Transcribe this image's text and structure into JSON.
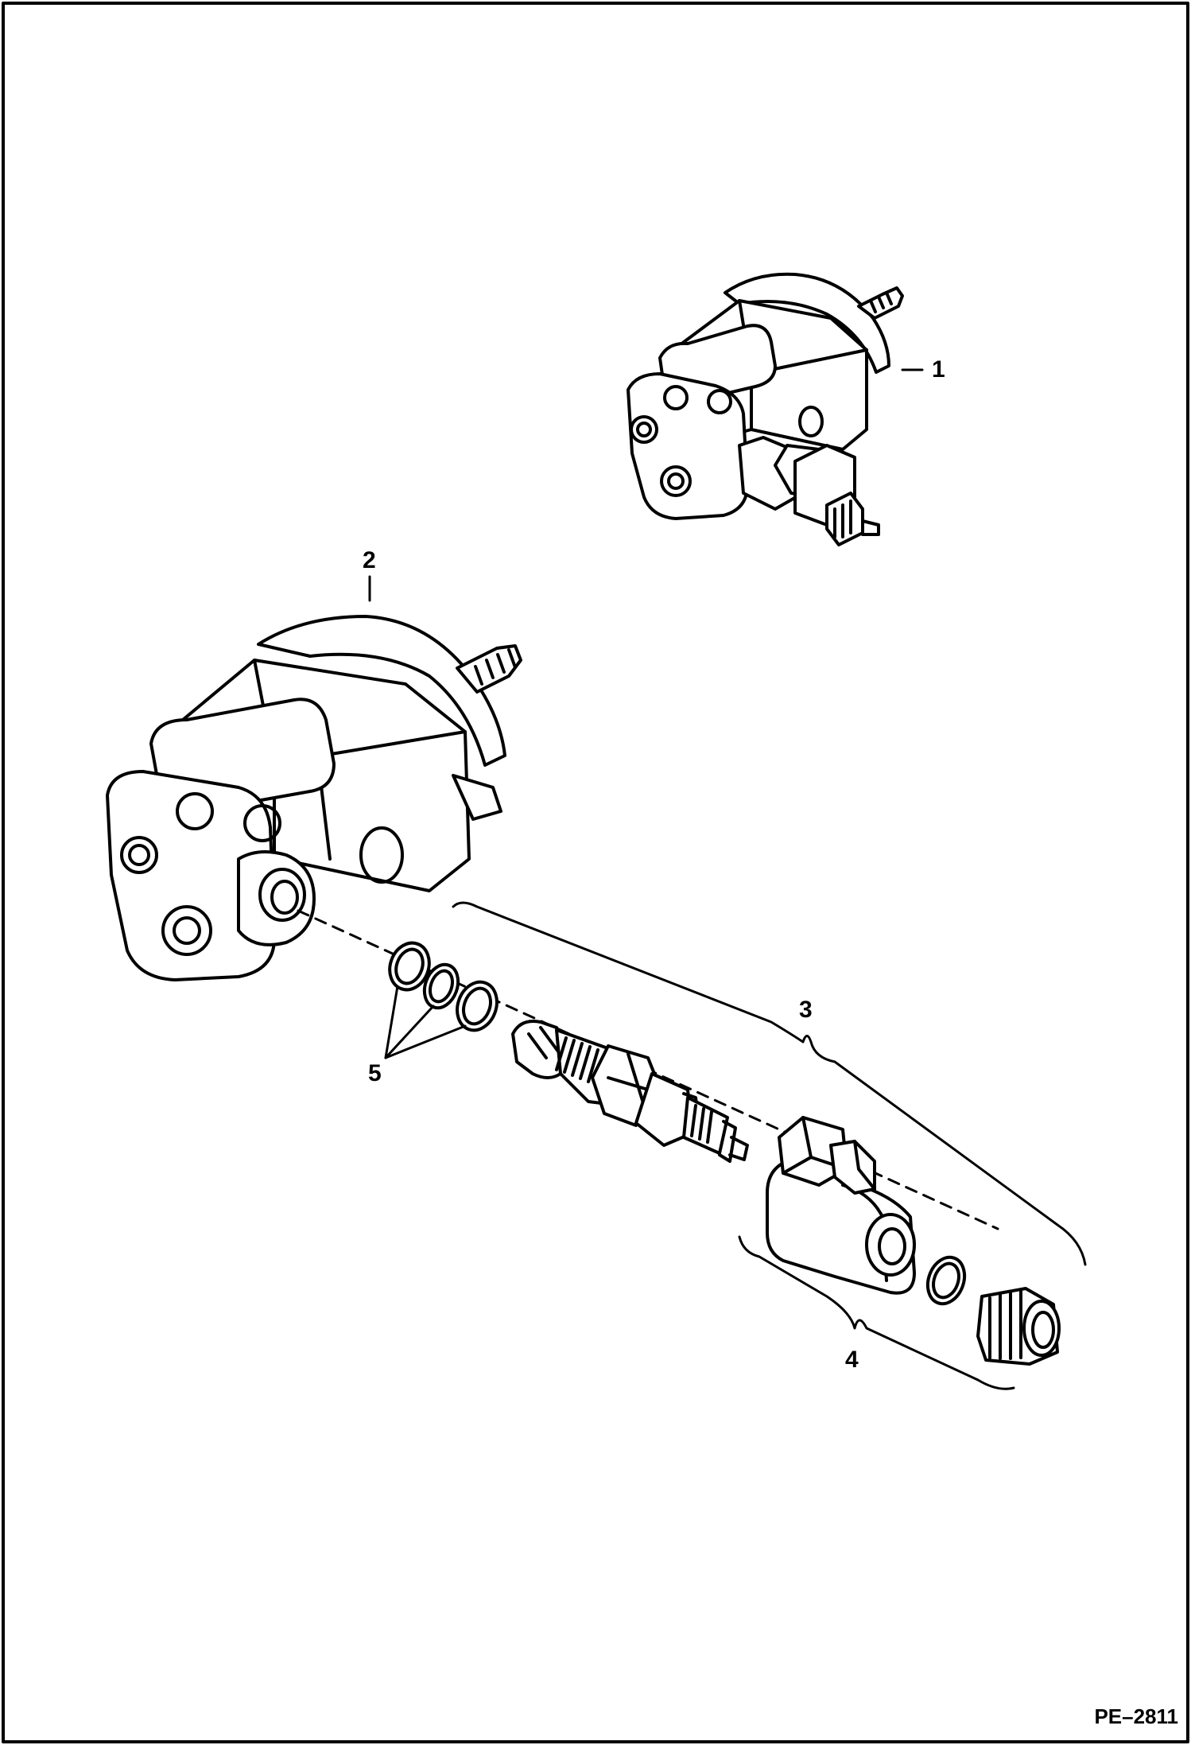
{
  "callouts": {
    "item_1": "1",
    "item_2": "2",
    "item_3": "3",
    "item_4": "4",
    "item_5": "5"
  },
  "drawing_id": "PE–2811",
  "icons": [
    "pump-assembly-small",
    "pump-assembly-large",
    "cartridge-valve",
    "solenoid-coil",
    "coil-nut",
    "o-ring"
  ],
  "colors": {
    "line": "#000000",
    "background": "#ffffff"
  }
}
